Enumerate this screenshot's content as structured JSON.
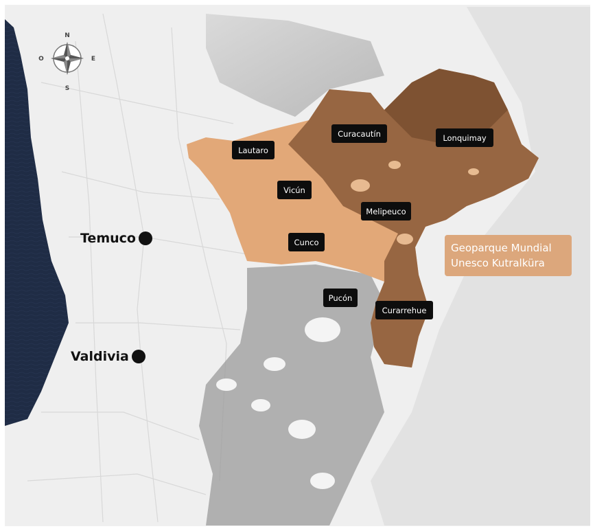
{
  "compass": {
    "north": "N",
    "south": "S",
    "east": "E",
    "west": "O"
  },
  "cities": [
    {
      "name": "Temuco"
    },
    {
      "name": "Valdivia"
    }
  ],
  "communes": [
    {
      "name": "Lautaro"
    },
    {
      "name": "Curacautín"
    },
    {
      "name": "Lonquimay"
    },
    {
      "name": "Vicún"
    },
    {
      "name": "Melipeuco"
    },
    {
      "name": "Cunco"
    },
    {
      "name": "Pucón"
    },
    {
      "name": "Curarrehue"
    }
  ],
  "geopark_badge": {
    "line1": "Geoparque Mundial",
    "line2": "Unesco Kutralküra"
  },
  "colors": {
    "ocean": "#1f2c45",
    "land": "#eeeeee",
    "relief": "#d9d9d9",
    "geopark_light": "#e2a878",
    "geopark_dark": "#8a5a38",
    "badge": "#dca77c",
    "label_bg": "#0d0d0d"
  }
}
